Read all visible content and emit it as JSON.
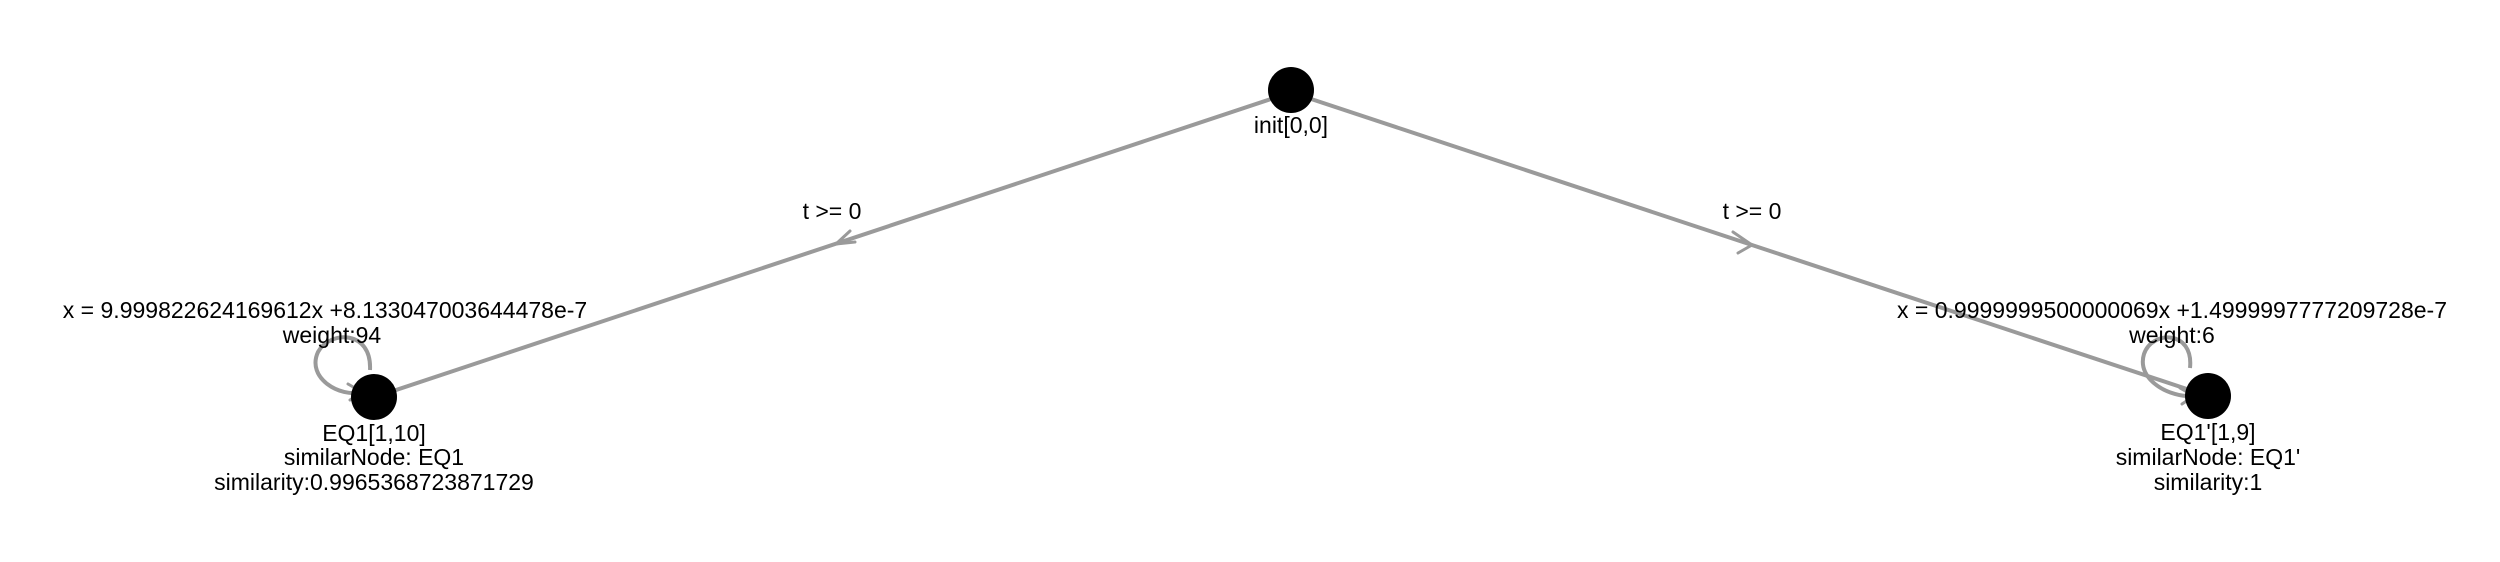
{
  "colors": {
    "edge": "#9a9a9a",
    "node": "#000000",
    "background": "#ffffff"
  },
  "nodes": {
    "init": {
      "label": "init[0,0]"
    },
    "eq1": {
      "label": "EQ1[1,10]",
      "similar_node": "similarNode: EQ1",
      "similarity": "similarity:0.9965368723871729",
      "self_loop_equation": "x = 9.999822624169612x +8.133047003644478e-7",
      "self_loop_weight": "weight:94"
    },
    "eq1p": {
      "label": "EQ1'[1,9]",
      "similar_node": "similarNode: EQ1'",
      "similarity": "similarity:1",
      "self_loop_equation": "x = 0.9999999500000069x +1.4999997777209728e-7",
      "self_loop_weight": "weight:6"
    }
  },
  "edges": {
    "init_to_eq1": {
      "guard": "t >= 0"
    },
    "init_to_eq1p": {
      "guard": "t >= 0"
    }
  }
}
